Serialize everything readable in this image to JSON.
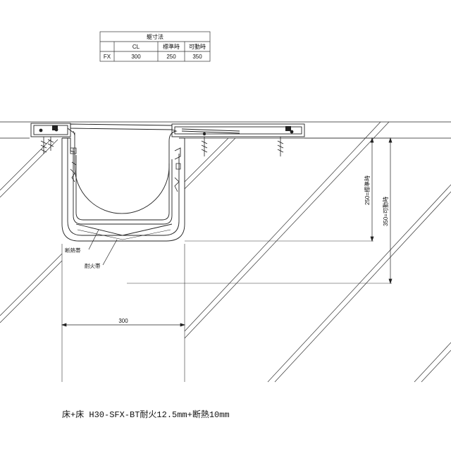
{
  "table": {
    "title": "躯寸法",
    "headers": [
      "CL",
      "標準時",
      "可動時"
    ],
    "rows": [
      {
        "label": "FX",
        "values": [
          "300",
          "250",
          "350"
        ]
      }
    ]
  },
  "labels": {
    "insulation": "断熱帯",
    "fireproof": "耐火帯"
  },
  "dimensions": {
    "width": "300",
    "standard": "250=標準時",
    "movable": "350=可動時"
  },
  "caption": "床+床 H30-SFX-BT耐火12.5mm+断熱10mm"
}
